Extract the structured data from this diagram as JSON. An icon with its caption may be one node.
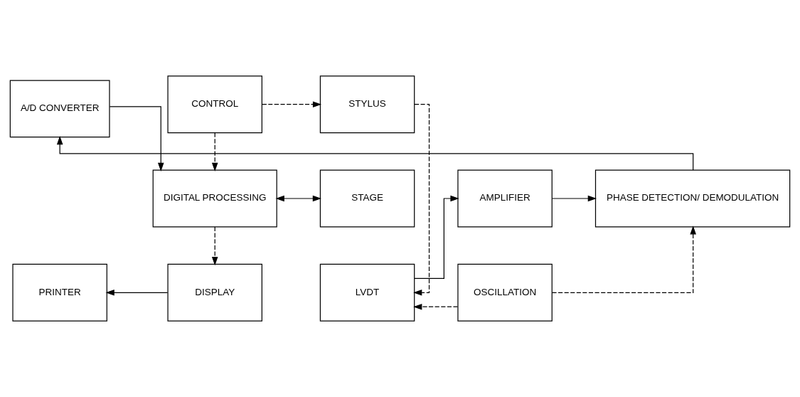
{
  "diagram": {
    "nodes": [
      {
        "text": [
          "PRINTER"
        ]
      },
      {
        "text": [
          "DISPLAY"
        ]
      },
      {
        "text": [
          "OSCILLATION"
        ]
      },
      {
        "text": [
          "LVDT"
        ]
      },
      {
        "text": [
          "AMPLIFIER"
        ]
      },
      {
        "text": [
          "PHASE DETECTION/ DEMODULATION"
        ]
      },
      {
        "text": [
          "A/D CONVERTER"
        ]
      },
      {
        "text": [
          "DIGITAL PROCESSING"
        ]
      },
      {
        "text": [
          "STAGE"
        ]
      },
      {
        "text": [
          "STYLUS"
        ]
      },
      {
        "text": [
          "CONTROL"
        ]
      }
    ],
    "edges": [
      {
        "from": 1,
        "to": 0,
        "arrow": "to"
      },
      {
        "from": 2,
        "to": 3,
        "arrow": "to",
        "style": "dashed"
      },
      {
        "from": 2,
        "to": 5,
        "arrow": "to",
        "style": "dashed"
      },
      {
        "from": 3,
        "to": 4,
        "arrow": "to"
      },
      {
        "from": 4,
        "to": 5,
        "arrow": "to"
      },
      {
        "from": 5,
        "to": 6,
        "arrow": "to"
      },
      {
        "from": 6,
        "to": 7,
        "arrow": "to"
      },
      {
        "from": 7,
        "to": 8,
        "arrow": "both"
      },
      {
        "from": 7,
        "to": 1,
        "arrow": "to",
        "style": "dashed"
      },
      {
        "from": 9,
        "to": 3,
        "arrow": "to",
        "style": "dashed"
      },
      {
        "from": 10,
        "to": 7,
        "arrow": "to",
        "style": "dashed"
      },
      {
        "from": 10,
        "to": 9,
        "arrow": "to",
        "style": "dashed"
      }
    ]
  }
}
